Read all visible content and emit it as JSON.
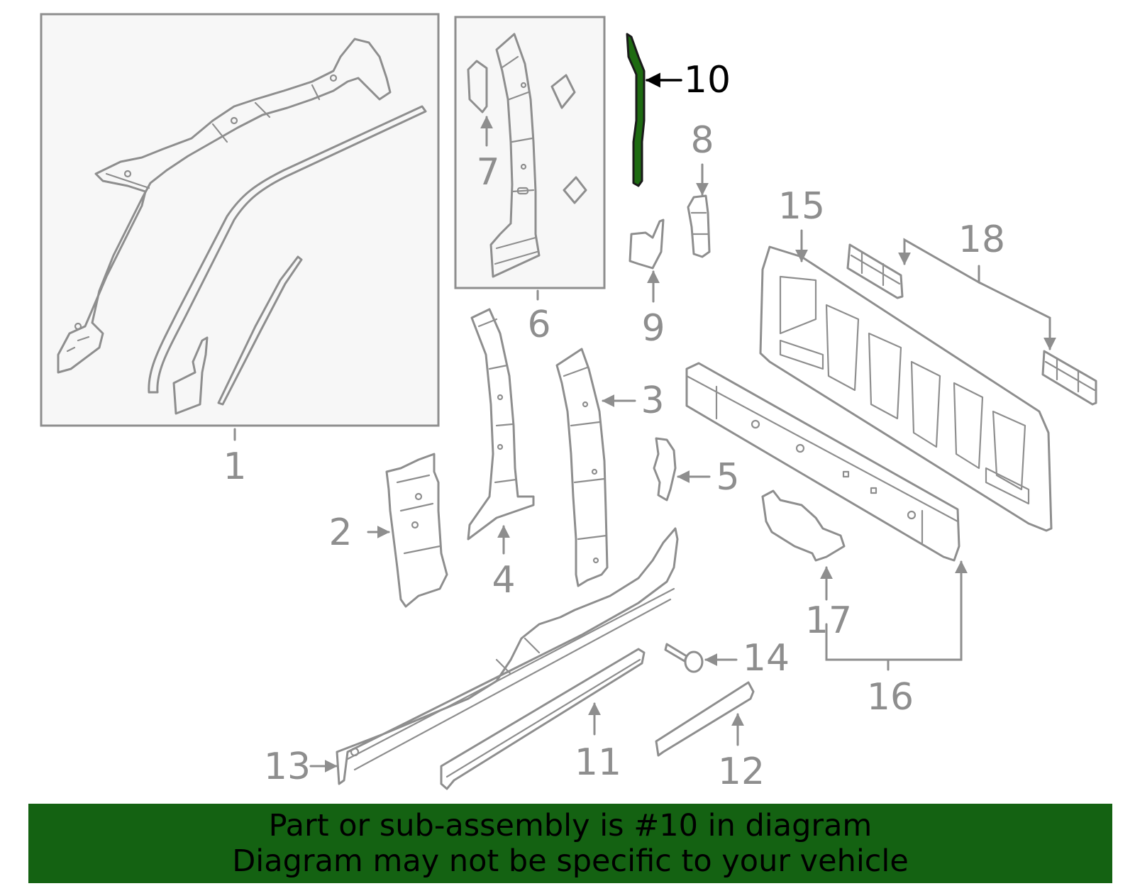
{
  "diagram": {
    "callouts": [
      {
        "id": "1",
        "label": "1"
      },
      {
        "id": "2",
        "label": "2"
      },
      {
        "id": "3",
        "label": "3"
      },
      {
        "id": "4",
        "label": "4"
      },
      {
        "id": "5",
        "label": "5"
      },
      {
        "id": "6",
        "label": "6"
      },
      {
        "id": "7",
        "label": "7"
      },
      {
        "id": "8",
        "label": "8"
      },
      {
        "id": "9",
        "label": "9"
      },
      {
        "id": "10",
        "label": "10",
        "highlighted": true
      },
      {
        "id": "11",
        "label": "11"
      },
      {
        "id": "12",
        "label": "12"
      },
      {
        "id": "13",
        "label": "13"
      },
      {
        "id": "14",
        "label": "14"
      },
      {
        "id": "15",
        "label": "15"
      },
      {
        "id": "16",
        "label": "16"
      },
      {
        "id": "17",
        "label": "17"
      },
      {
        "id": "18",
        "label": "18"
      }
    ],
    "colors": {
      "line": "#8e8e8e",
      "highlight_fill": "#1e6b12",
      "highlight_text": "#000000",
      "banner_bg": "#146212",
      "banner_text": "#000000",
      "box_fill": "#f7f7f7"
    }
  },
  "banner": {
    "line1": "Part or sub-assembly is #10 in diagram",
    "line2": "Diagram may not be specific to your vehicle"
  }
}
